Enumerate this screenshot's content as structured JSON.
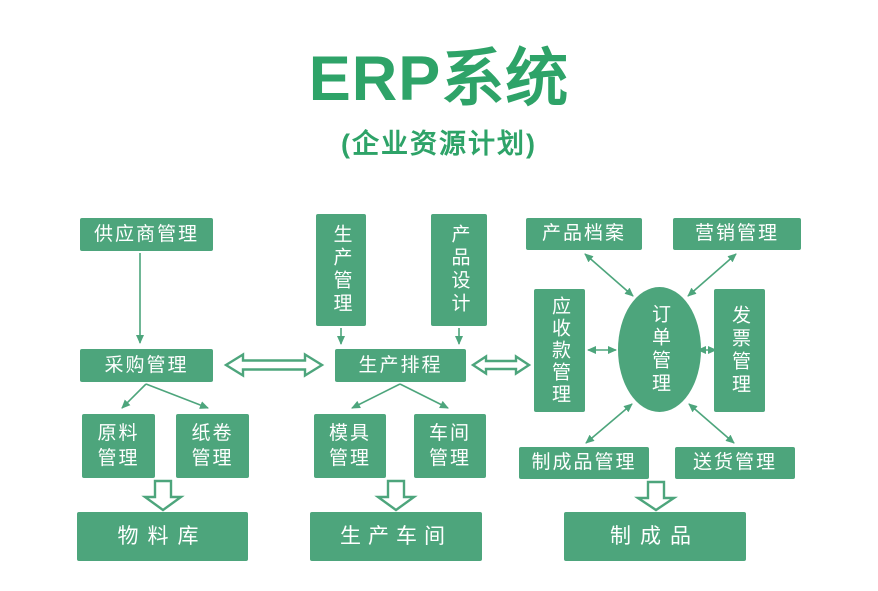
{
  "title": "ERP系统",
  "subtitle": "(企业资源计划)",
  "colors": {
    "box_green": "#4DA57C",
    "title_green": "#2EA368",
    "arrow_green": "#4DA57C",
    "box_text": "#FFFFFF",
    "background": "#FFFFFF"
  },
  "boxes": {
    "supplier_mgmt": "供应商管理",
    "purchasing_mgmt": "采购管理",
    "raw_material_mgmt": "原料管理",
    "paper_roll_mgmt": "纸卷管理",
    "material_warehouse": "物料库",
    "production_mgmt": "生产管理",
    "product_design": "产品设计",
    "production_scheduling": "生产排程",
    "mold_mgmt": "模具管理",
    "workshop_mgmt": "车间管理",
    "production_workshop": "生产车间",
    "product_archive": "产品档案",
    "marketing_mgmt": "营销管理",
    "order_mgmt": "订单管理",
    "receivables_mgmt": "应收款管理",
    "invoice_mgmt": "发票管理",
    "finished_product_mgmt": "制成品管理",
    "delivery_mgmt": "送货管理",
    "finished_product": "制成品"
  }
}
